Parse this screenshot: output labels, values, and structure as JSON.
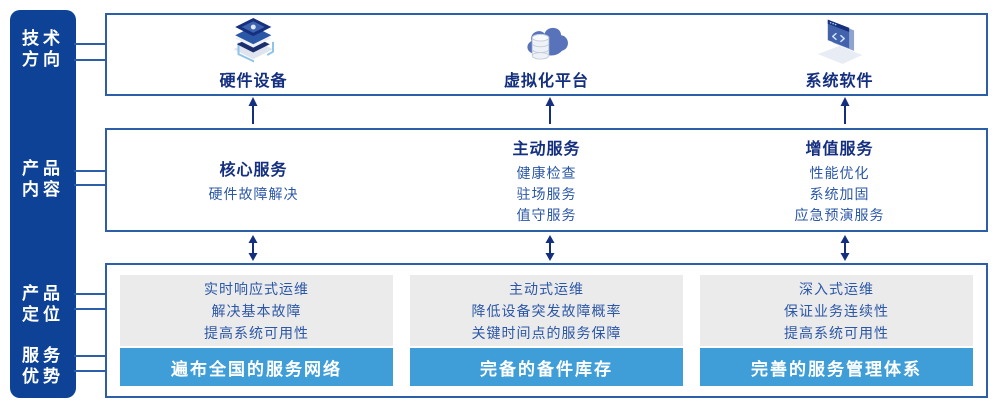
{
  "sidebar": {
    "items": [
      {
        "label": "技术方向"
      },
      {
        "label": "产品内容"
      },
      {
        "label": "产品定位"
      },
      {
        "label": "服务优势"
      }
    ]
  },
  "tech_row": {
    "items": [
      {
        "label": "硬件设备",
        "icon": "server-stack-icon"
      },
      {
        "label": "虚拟化平台",
        "icon": "cloud-database-icon"
      },
      {
        "label": "系统软件",
        "icon": "code-window-icon"
      }
    ]
  },
  "service_row": {
    "columns": [
      {
        "title": "核心服务",
        "items": [
          "硬件故障解决"
        ]
      },
      {
        "title": "主动服务",
        "items": [
          "健康检查",
          "驻场服务",
          "值守服务"
        ]
      },
      {
        "title": "增值服务",
        "items": [
          "性能优化",
          "系统加固",
          "应急预演服务"
        ]
      }
    ]
  },
  "position_row": {
    "columns": [
      {
        "lines": [
          "实时响应式运维",
          "解决基本故障",
          "提高系统可用性"
        ],
        "advantage": "遍布全国的服务网络"
      },
      {
        "lines": [
          "主动式运维",
          "降低设备突发故障概率",
          "关键时间点的服务保障"
        ],
        "advantage": "完备的备件库存"
      },
      {
        "lines": [
          "深入式运维",
          "保证业务连续性",
          "提高系统可用性"
        ],
        "advantage": "完善的服务管理体系"
      }
    ]
  },
  "colors": {
    "sidebar_bg": "#0d4296",
    "frame_border": "#2d5fa9",
    "title_text": "#142f80",
    "item_text": "#2b57a7",
    "banner_bg": "#3f9ed8",
    "gray_box_bg": "#ebebeb",
    "arrow": "#142f80"
  }
}
